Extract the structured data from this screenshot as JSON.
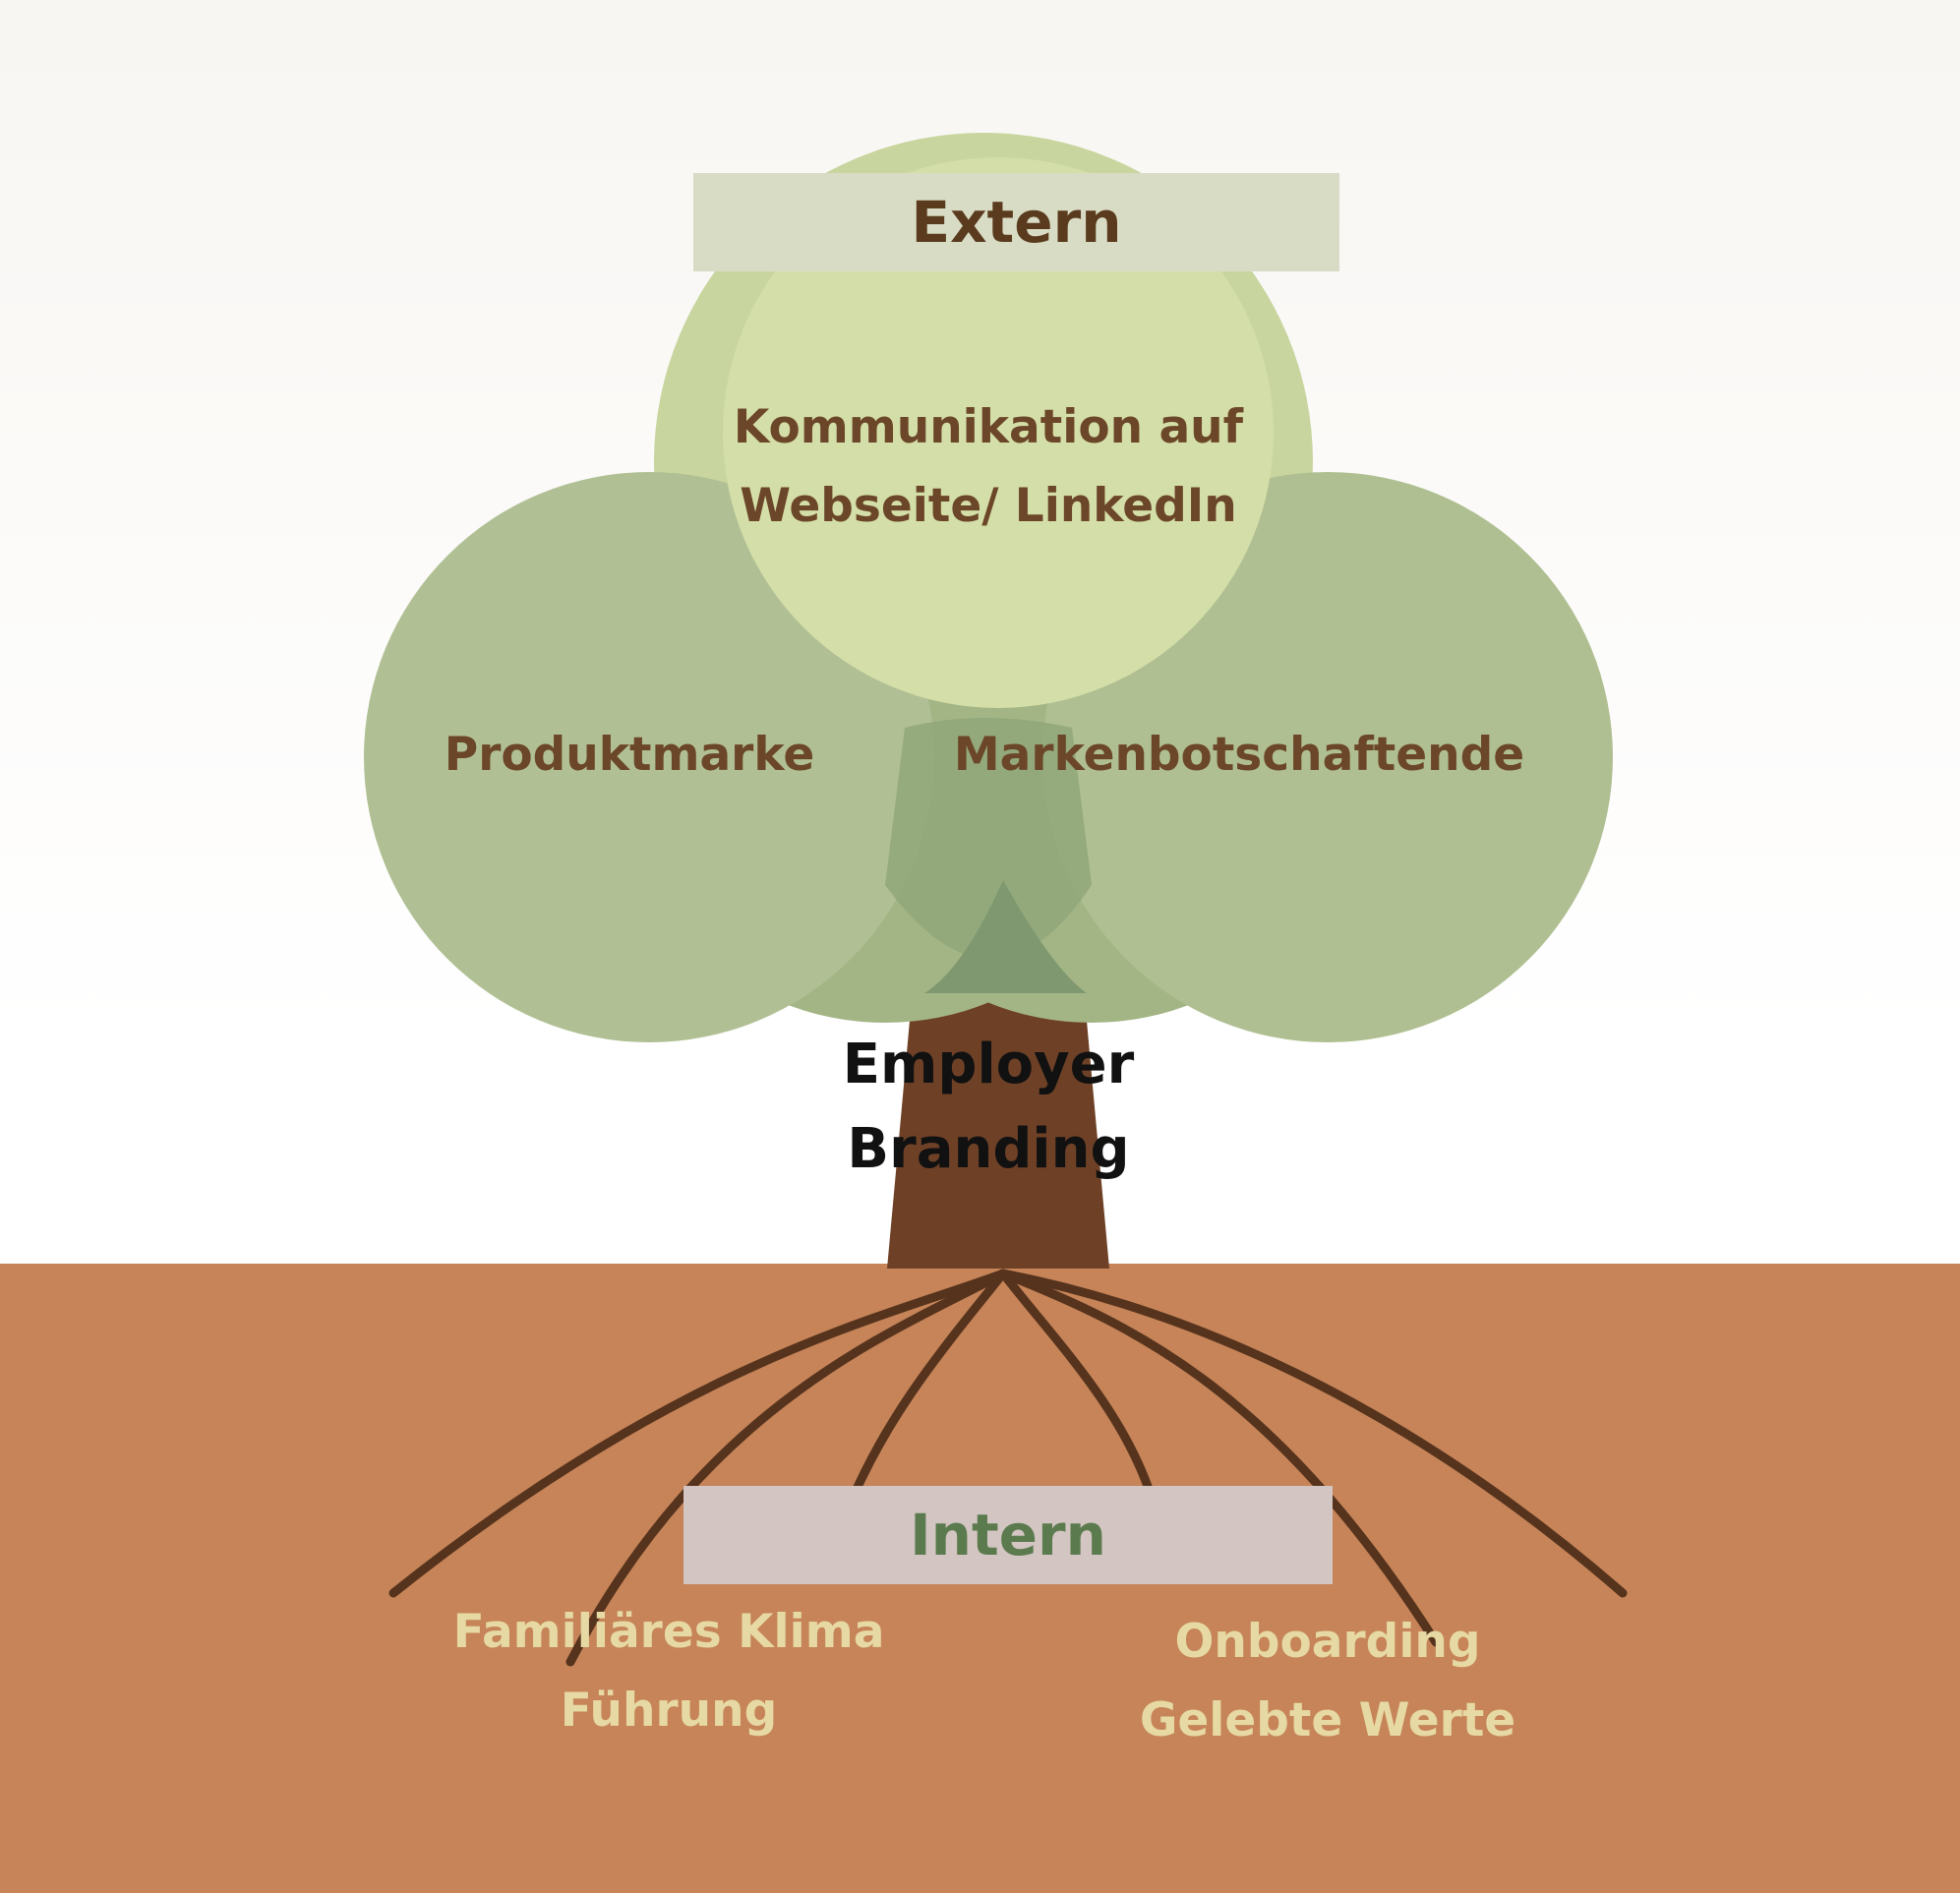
{
  "extern_label": "Extern",
  "intern_label": "Intern",
  "canopy": {
    "top_lines": [
      "Kommunikation auf",
      "Webseite/ LinkedIn"
    ],
    "left": "Produktmarke",
    "right": "Markenbotschaftende"
  },
  "trunk_lines": [
    "Employer",
    "Branding"
  ],
  "roots": {
    "left_lines": [
      "Familiäres Klima",
      "Führung"
    ],
    "right_lines": [
      "Onboarding",
      "Gelebte Werte"
    ]
  },
  "colors": {
    "soil": "#c68458",
    "trunk": "#6e4127",
    "root": "#56331d",
    "canopy_left": "#b1c094",
    "canopy_right": "#afbf91",
    "canopy_top": "#d4dea8",
    "canopy_mid": "#9aae80",
    "canopy_core": "#7f9870",
    "extern_banner": "#d8dcc4",
    "intern_banner": "#d3c5c1",
    "dark_text": "#6b4628",
    "root_text": "#e6d9a4",
    "intern_text": "#5b7b4e"
  }
}
